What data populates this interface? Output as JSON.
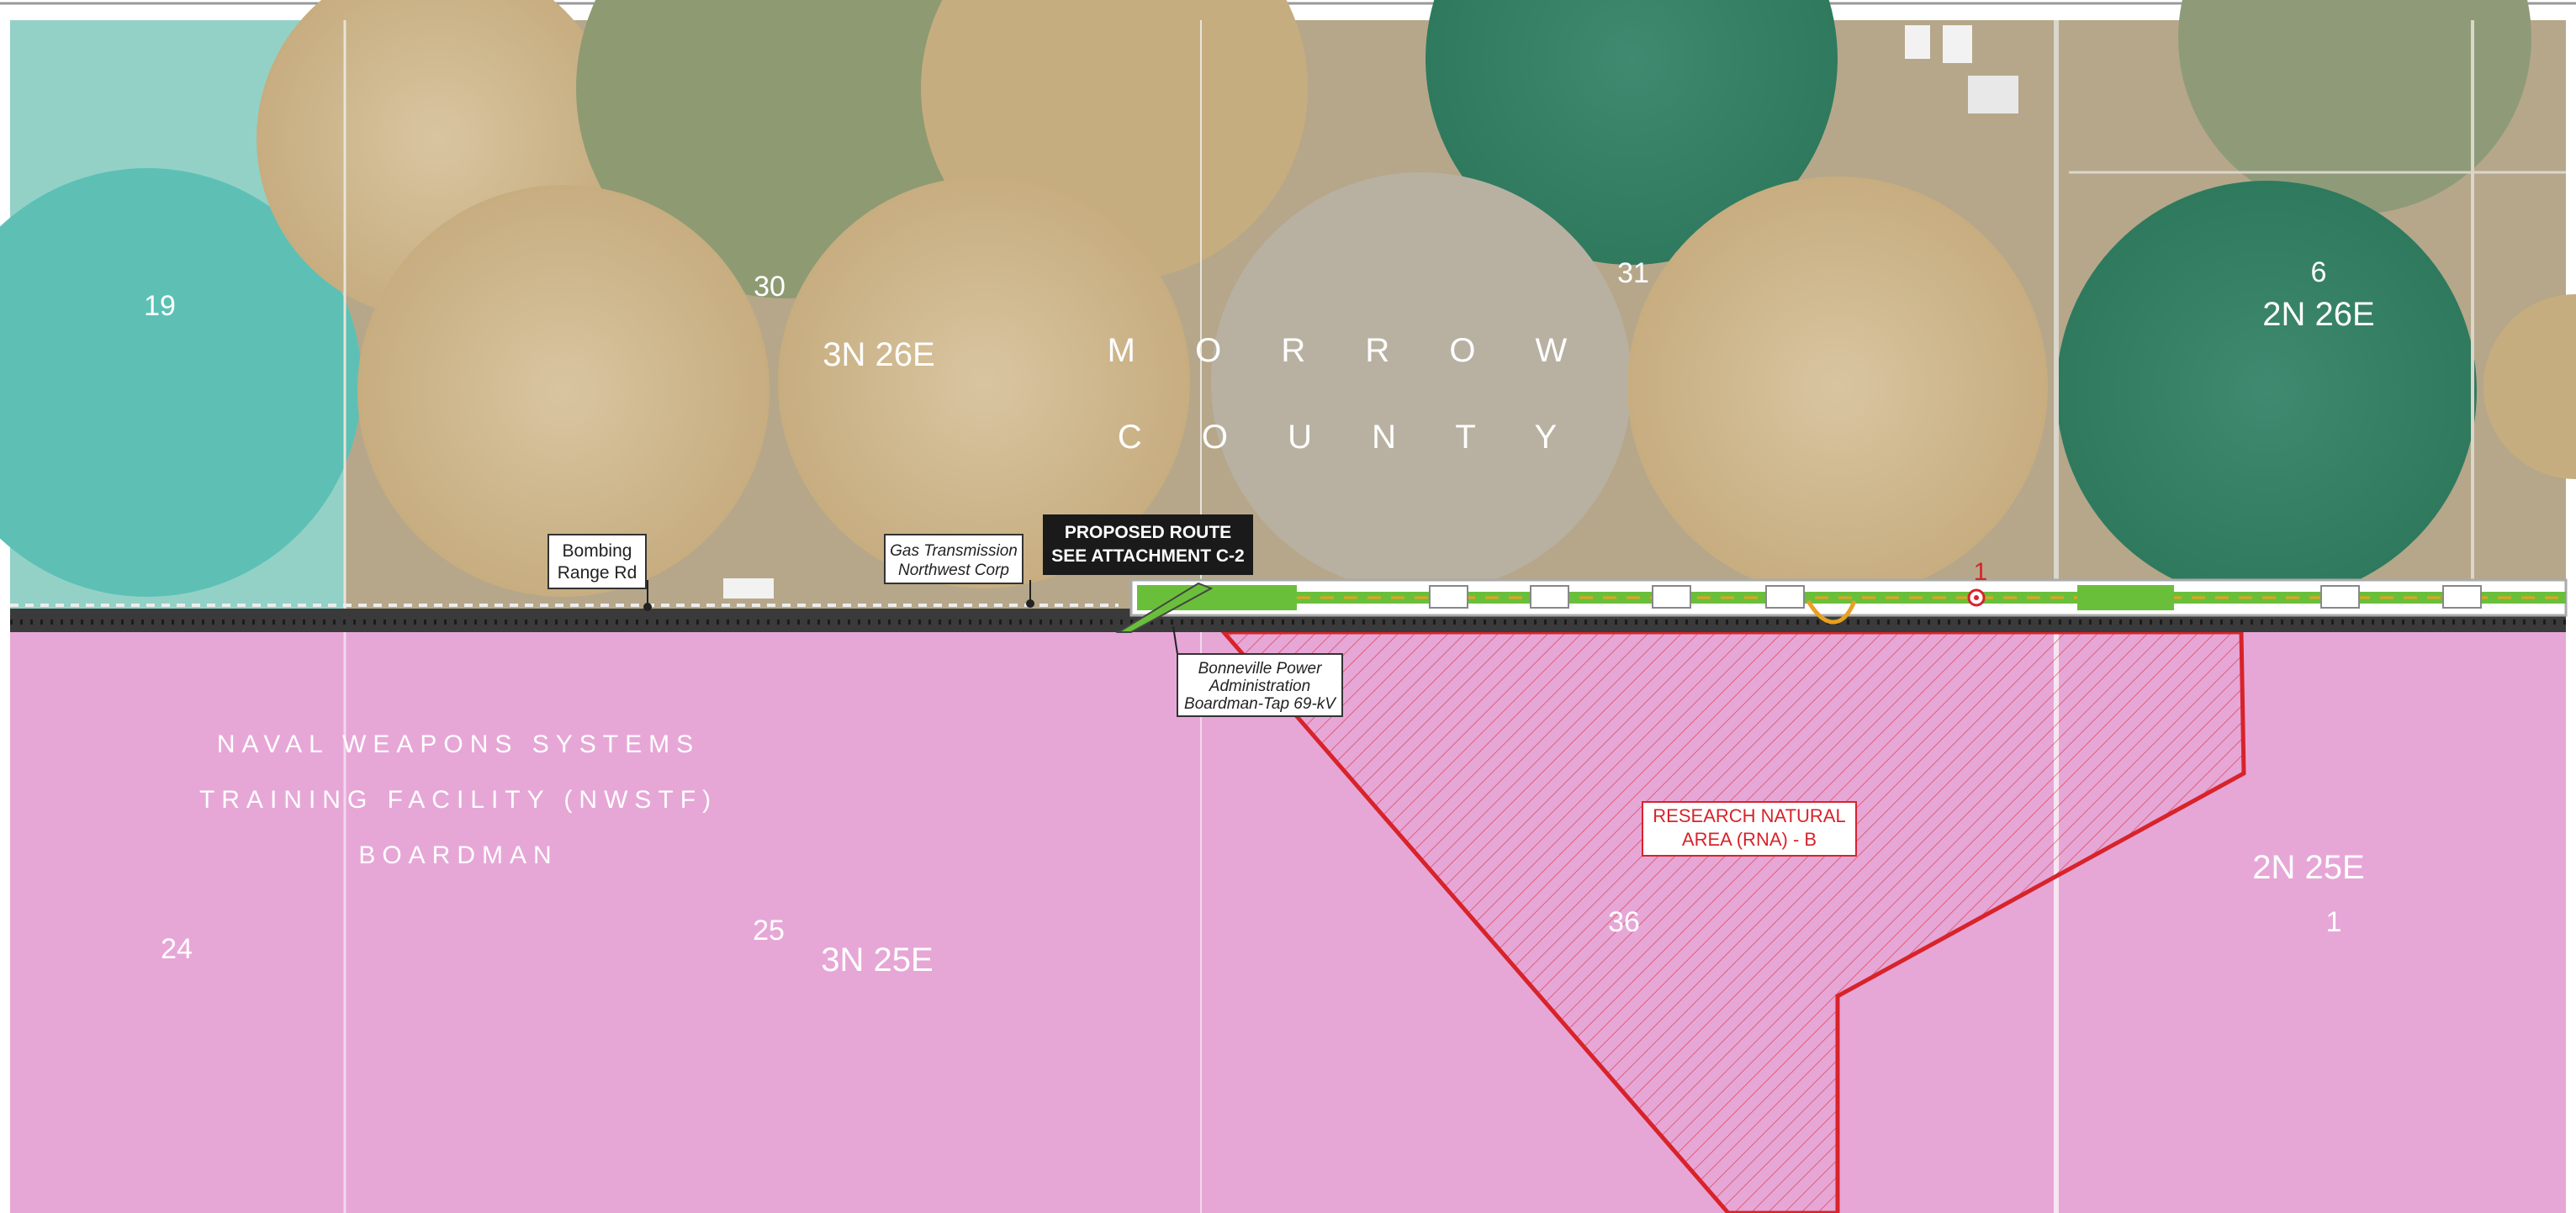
{
  "map": {
    "section_labels": [
      "19",
      "30",
      "31",
      "6",
      "24",
      "25",
      "36",
      "1"
    ],
    "township_labels": [
      "3N 26E",
      "2N 26E",
      "3N 25E",
      "2N 25E"
    ],
    "county_label": [
      "M O R R O W",
      "C O U N T Y"
    ],
    "facility_label": [
      "NAVAL WEAPONS SYSTEMS",
      "TRAINING FACILITY (NWSTF)",
      "BOARDMAN"
    ],
    "callouts": {
      "bombing_range": [
        "Bombing",
        "Range Rd"
      ],
      "gas_transmission": [
        "Gas Transmission",
        "Northwest Corp"
      ],
      "proposed_route": [
        "PROPOSED ROUTE",
        "SEE ATTACHMENT C-2"
      ],
      "bonneville": [
        "Bonneville Power",
        "Administration",
        "Boardman-Tap 69-kV"
      ],
      "rna": [
        "RESEARCH NATURAL",
        "AREA (RNA) - B"
      ]
    },
    "route_marker_number": "1",
    "colors": {
      "naval_zone": "#e6a7d7",
      "teal_zone": "#6fcfc4",
      "rna_boundary": "#d8232a",
      "route_green": "#6abf3a",
      "route_orange": "#e8a020",
      "callout_black": "#1a1a1a"
    }
  }
}
